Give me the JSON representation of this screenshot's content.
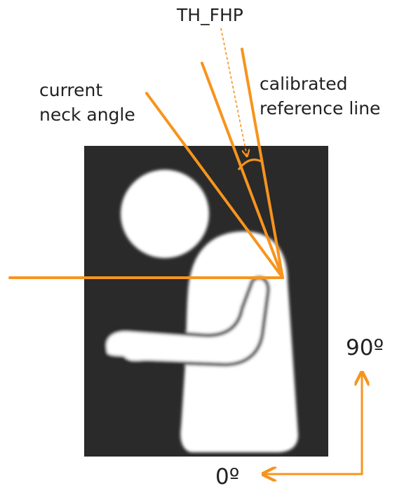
{
  "labels": {
    "th_fhp": "TH_FHP",
    "current_line1": "current",
    "current_line2": "neck angle",
    "calibrated_line1": "calibrated",
    "calibrated_line2": "reference line",
    "deg_90": "90º",
    "deg_0": "0º"
  },
  "colors": {
    "accent": "#f7941d",
    "panel": "#2a2a2a",
    "figure": "#ffffff",
    "text": "#222222"
  }
}
